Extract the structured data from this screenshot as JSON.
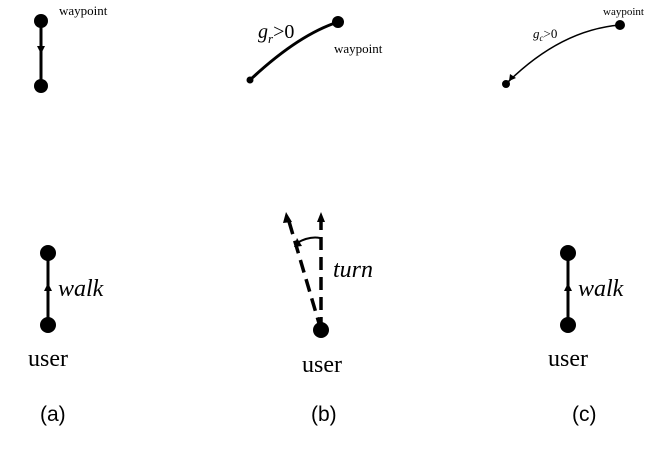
{
  "panels": {
    "a": {
      "caption": "(a)",
      "top_waypoint": "waypoint",
      "action": "walk",
      "user": "user"
    },
    "b": {
      "caption": "(b)",
      "top_waypoint": "waypoint",
      "gain_symbol": "g",
      "gain_subscript": "r",
      "gain_condition": ">0",
      "action": "turn",
      "user": "user"
    },
    "c": {
      "caption": "(c)",
      "top_waypoint": "waypoint",
      "gain_symbol": "g",
      "gain_subscript": "c",
      "gain_condition": ">0",
      "action": "walk",
      "user": "user"
    }
  },
  "colors": {
    "ink": "#000000",
    "background": "#ffffff"
  }
}
